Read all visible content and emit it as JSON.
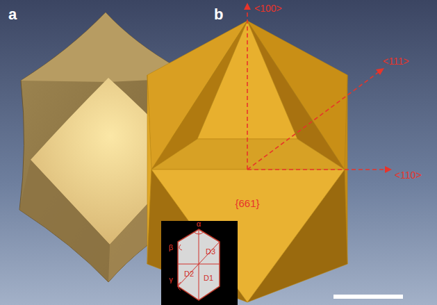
{
  "diagram": {
    "labels": [
      "a",
      "b",
      "<100>",
      "<111>",
      "<110>",
      "{661}",
      "α",
      "β",
      "γ",
      "D3",
      "D2",
      "D1"
    ]
  }
}
